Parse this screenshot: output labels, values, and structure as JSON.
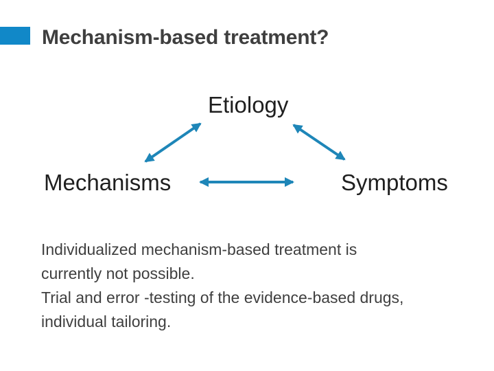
{
  "slide": {
    "title": "Mechanism-based treatment?",
    "diagram": {
      "top_label": "Etiology",
      "left_label": "Mechanisms",
      "right_label": "Symptoms"
    },
    "body_lines": [
      "Individualized mechanism-based treatment is",
      "currently not possible.",
      "Trial and error -testing of the evidence-based drugs,",
      "individual tailoring."
    ]
  },
  "colors": {
    "accent": "#1188c8",
    "arrow": "#1e86b8",
    "title_text": "#3f3f3f",
    "diagram_text": "#1f1f1f",
    "body_text": "#3f3f3f",
    "background": "#ffffff"
  }
}
